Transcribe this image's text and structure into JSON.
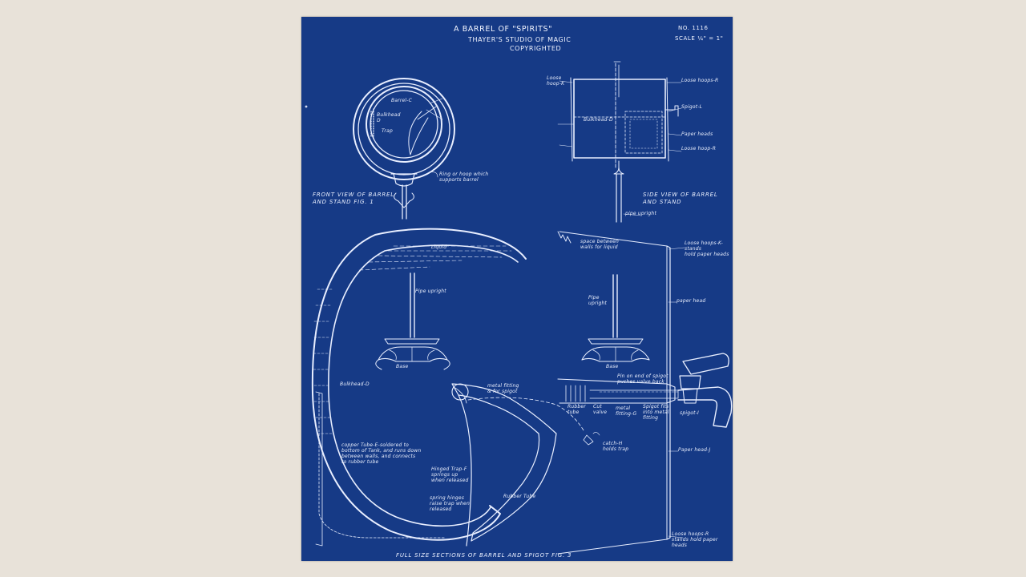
{
  "header": {
    "title": "A BARREL OF \"SPIRITS\"",
    "subtitle": "THAYER'S STUDIO OF MAGIC",
    "copyright": "COPYRIGHTED",
    "number": "NO. 1116",
    "scale": "SCALE ¼\" = 1\""
  },
  "captions": {
    "fig1": "FRONT VIEW OF BARREL\nAND STAND      FIG. 1",
    "fig2": "SIDE VIEW OF BARREL\nAND STAND",
    "fig3": "FULL SIZE SECTIONS OF BARREL AND SPIGOT     FIG. 3"
  },
  "labels": {
    "ring_hoop": "Ring or hoop which\nsupports barrel",
    "barrel_c": "Barrel-C",
    "bulkhead_front": "Bulkhead\nD",
    "trap": "Trap",
    "spigot_l": "Spigot-L",
    "loose_hoop_top_r": "Loose hoops-R",
    "loose_hoop_left_k": "Loose\nhoop-K",
    "bulkhead_side": "Bulkhead-D",
    "paper_heads_side": "Paper heads",
    "loose_hoop_bottom_r": "Loose hoop-R",
    "pipe_upright_side": "pipe upright",
    "liquid": "Liquid",
    "pipe_upright_fig3a": "Pipe upright",
    "base_left": "Base",
    "bulkhead_d": "Bulkhead-D",
    "copper_tube": "copper Tube-E-soldered to\nbottom of Tank, and runs down\nbetween walls, and connects\nto rubber tube",
    "hinged_trap": "Hinged Trap-F\nsprings up\nwhen released",
    "spring_hinges": "spring hinges\nraise trap when\nreleased",
    "rubber_tube_lower": "Rubber Tube",
    "metal_fitting": "metal fitting\n& for spigot",
    "catch_h": "catch-H\nholds trap",
    "space_between": "space between\nwalls for liquid",
    "loose_hoops_k": "Loose hoops-K-stands\nhold paper heads",
    "paper_head_upper": "paper head",
    "pipe_upright_fig3b": "Pipe\nupright",
    "base_right": "Base",
    "pin_on_end": "Pin on end of spigot\npushes valve back",
    "rubber_tube_spigot": "Rubber\ntube",
    "cut_valve": "Cut\nvalve",
    "metal_fitting_g": "metal\nfitting-G",
    "spigot_fits": "Spigot fits\ninto metal\nfitting",
    "spigot_i": "spigot-I",
    "paper_head_j": "Paper head-J",
    "loose_hoops_r_bottom": "Loose hoops-R\nstands hold paper heads"
  }
}
